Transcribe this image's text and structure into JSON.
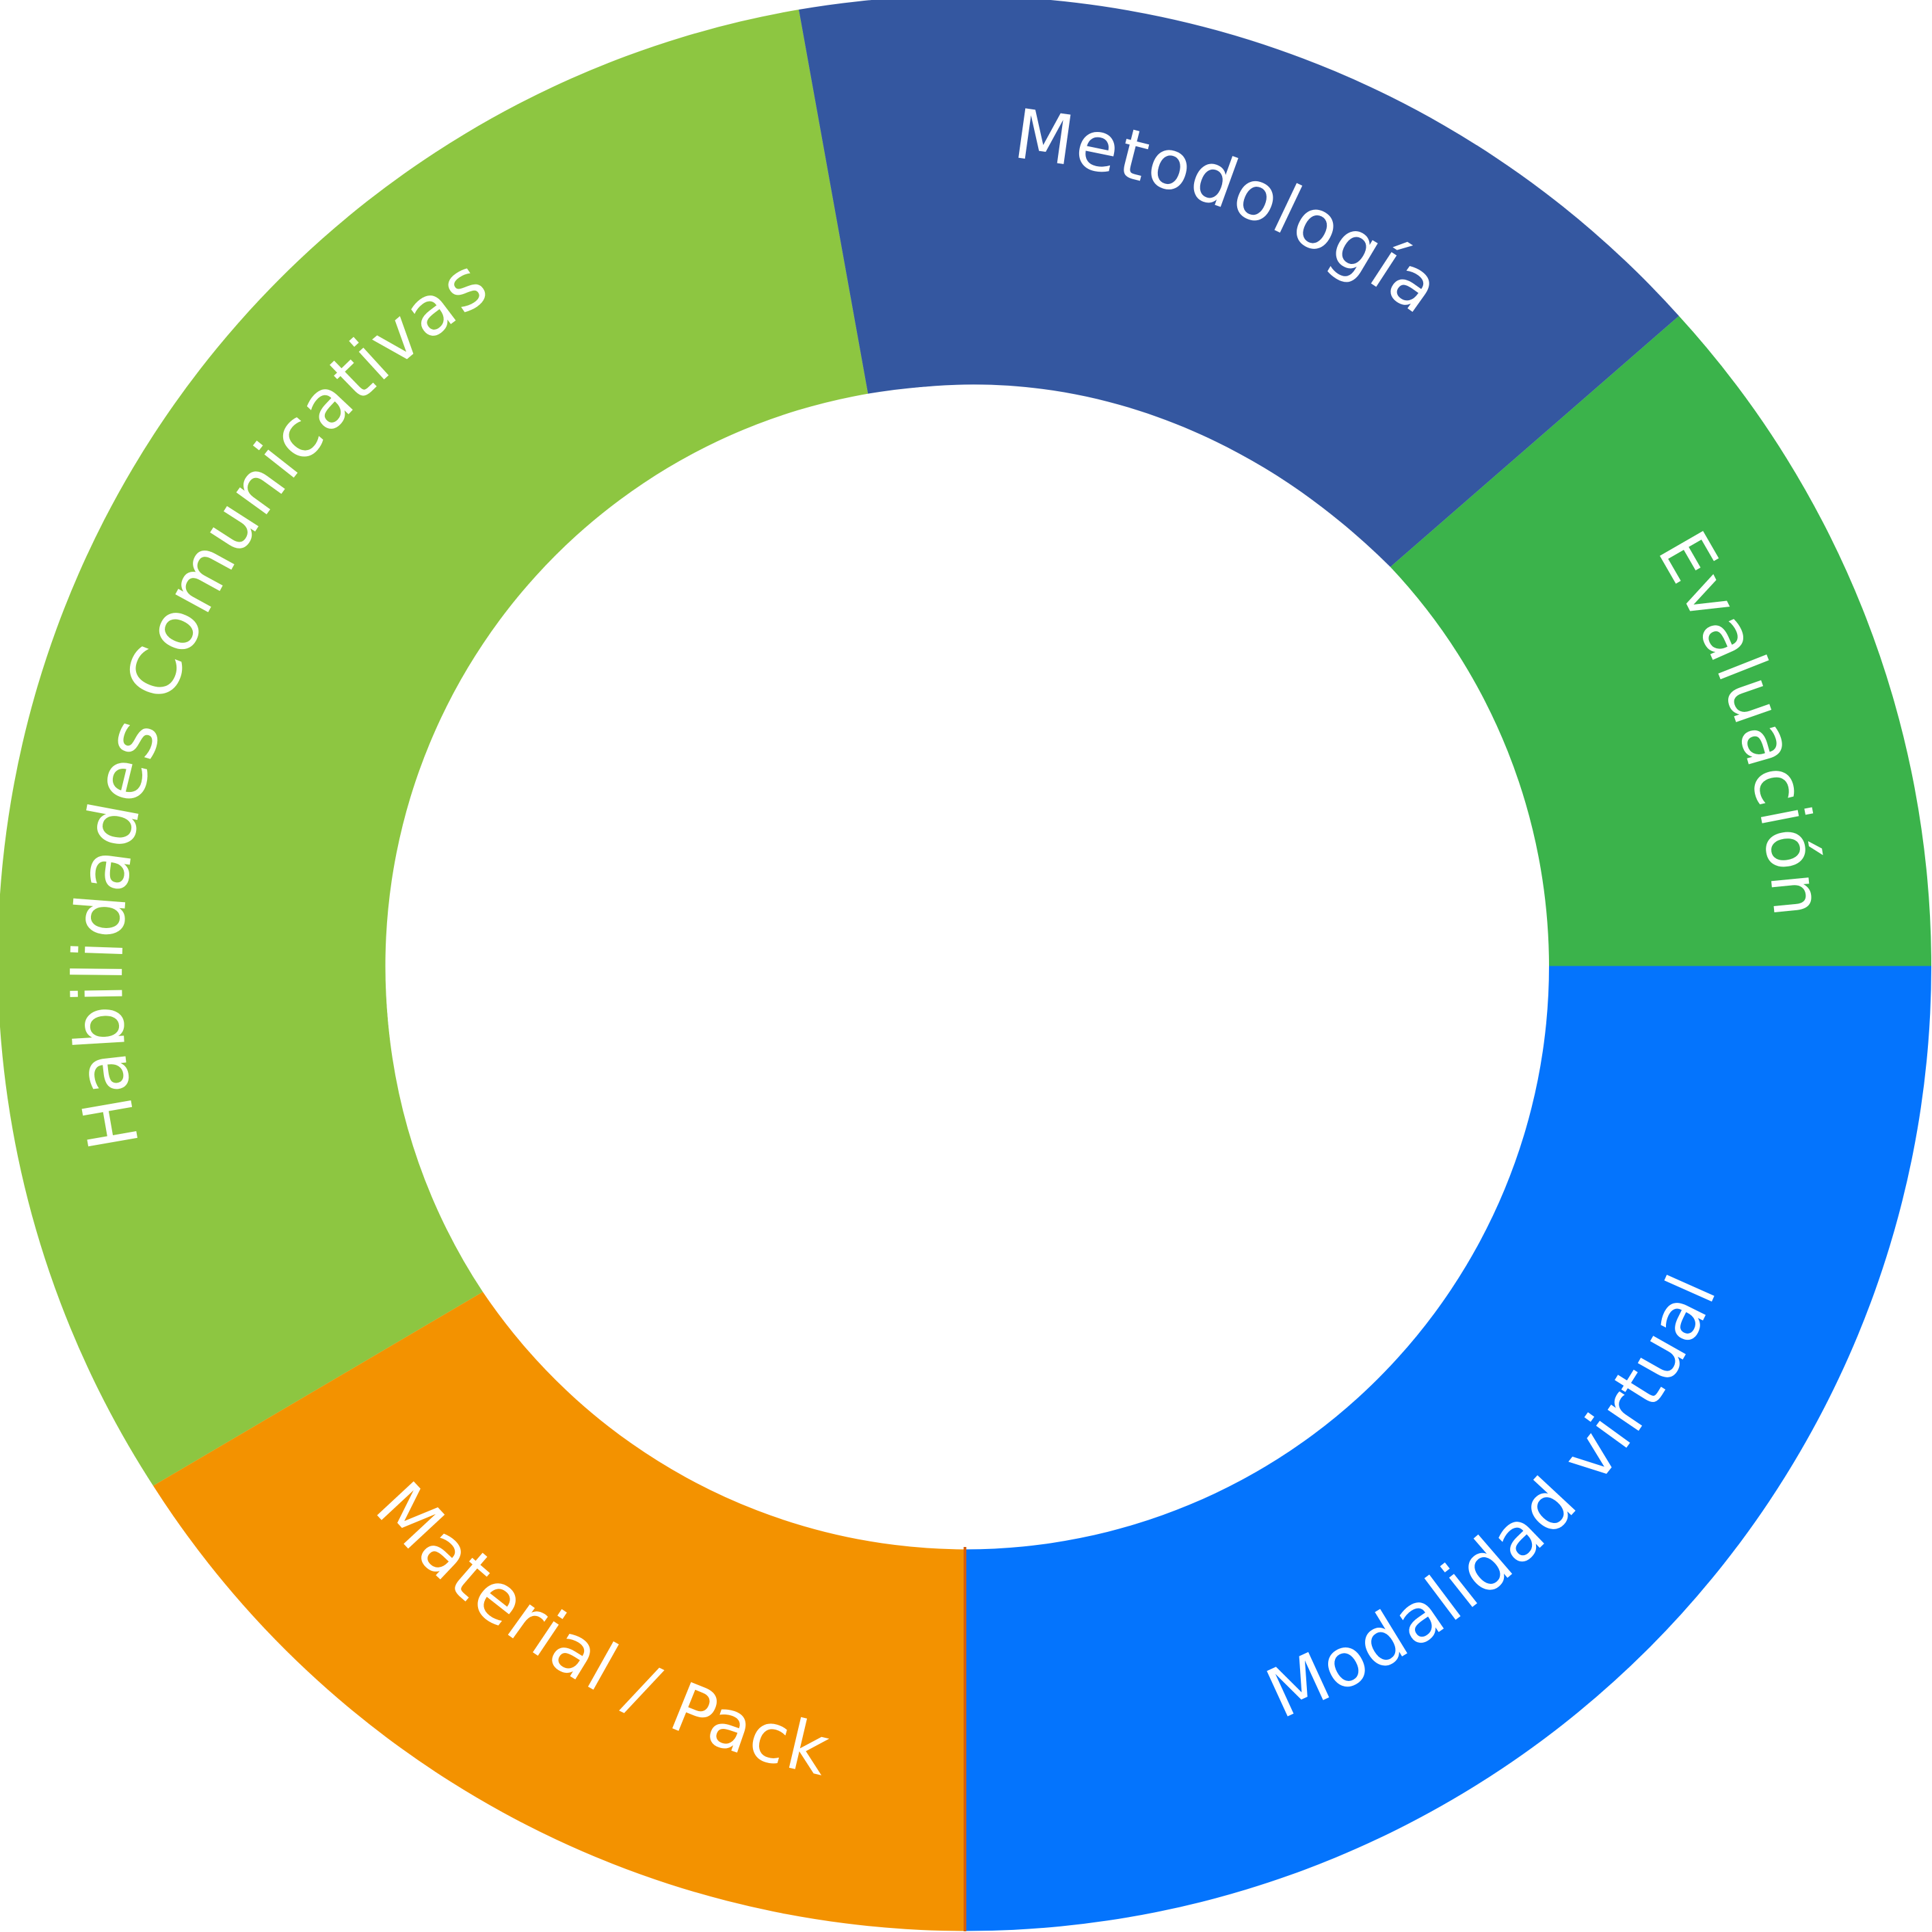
{
  "diagram": {
    "segments": [
      {
        "id": "metodologia",
        "label": "Metodología",
        "color": "#3457a0"
      },
      {
        "id": "evaluacion",
        "label": "Evaluación",
        "color": "#3bb34b"
      },
      {
        "id": "modalidad",
        "label": "Modalidad virtual",
        "color": "#0474fd"
      },
      {
        "id": "material",
        "label": "Material / Pack",
        "color": "#f39200"
      },
      {
        "id": "habilidades",
        "label": "Habilidades Comunicativas",
        "color": "#8dc641"
      }
    ],
    "center_color": "#ffffff"
  }
}
